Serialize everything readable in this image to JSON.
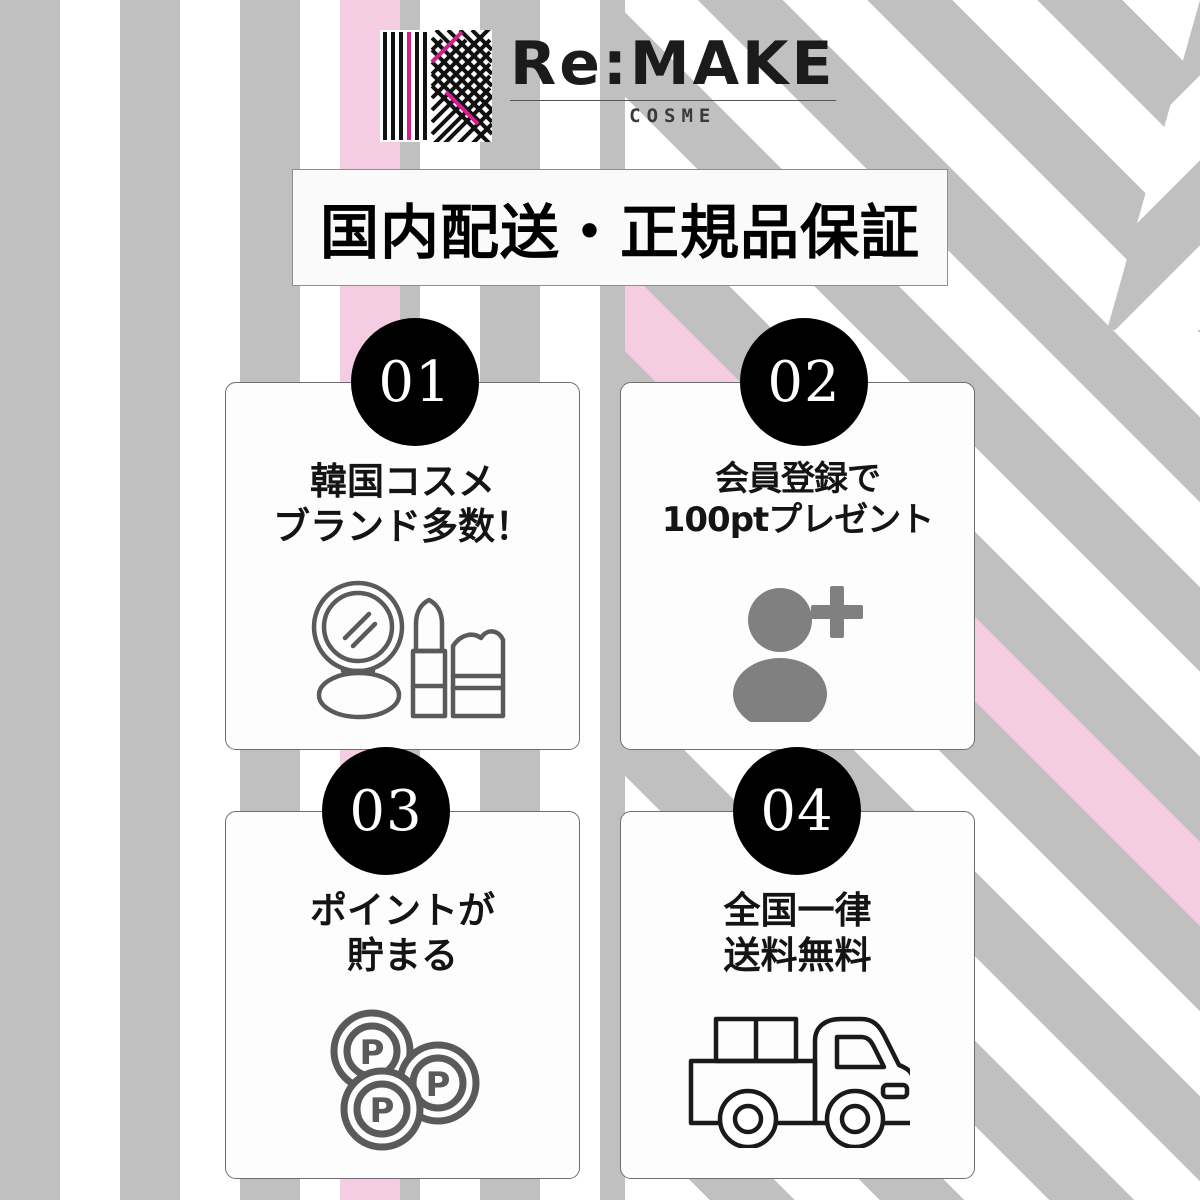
{
  "brand": {
    "logo_mark": "remake-k-monogram",
    "name": "Re:MAKE",
    "tagline": "COSME",
    "accent_color": "#d61e8c",
    "stripe_gray": "#c0c0c0",
    "stripe_pink": "#f4cde2"
  },
  "banner": {
    "text": "国内配送・正規品保証"
  },
  "cards": [
    {
      "number": "01",
      "title": "韓国コスメ\nブランド多数！",
      "icon": "cosmetics-set-icon"
    },
    {
      "number": "02",
      "title": "会員登録で\n100ptプレゼント",
      "icon": "user-plus-icon"
    },
    {
      "number": "03",
      "title": "ポイントが\n貯まる",
      "icon": "point-coins-icon",
      "coin_label": "P"
    },
    {
      "number": "04",
      "title": "全国一律\n送料無料",
      "icon": "delivery-truck-icon"
    }
  ]
}
